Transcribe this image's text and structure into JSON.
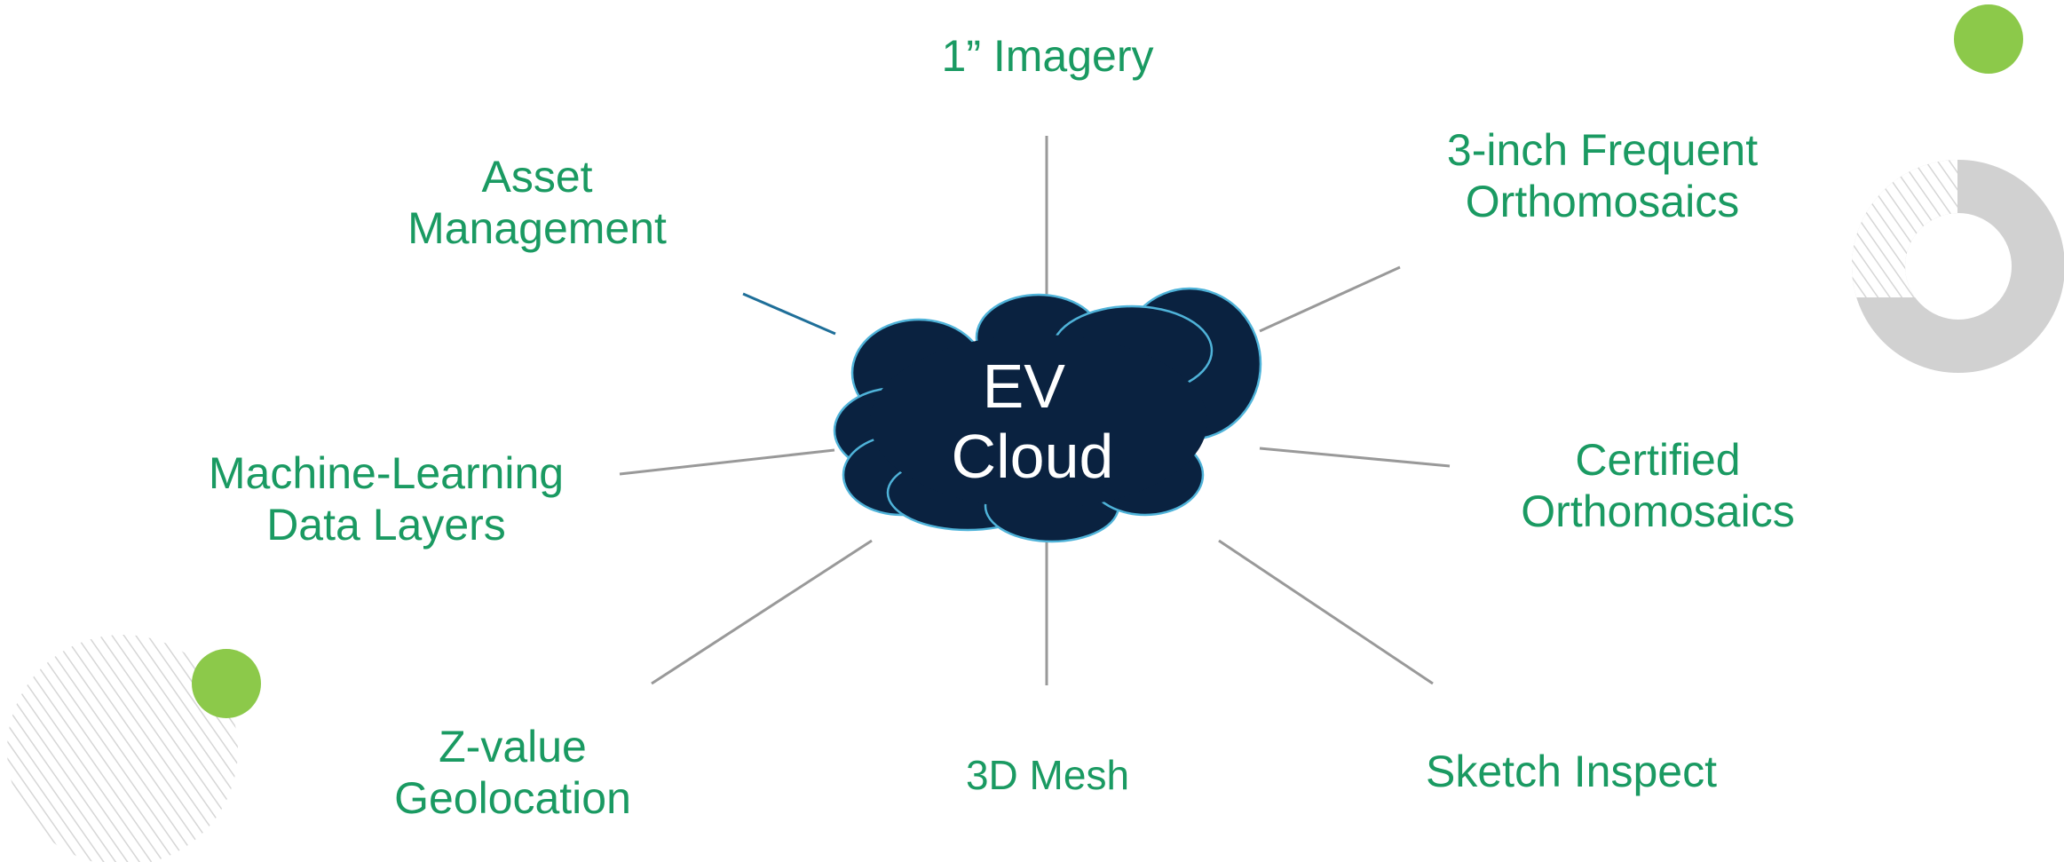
{
  "center": {
    "lines": [
      "EV",
      "Cloud"
    ],
    "fill": "#0a2240",
    "stroke": "#4fb3d9",
    "text_color": "#ffffff"
  },
  "colors": {
    "label": "#1a9a62",
    "connector": "#999999",
    "connector_accent": "#1f6f99",
    "accent_green": "#8cc94a",
    "ring_gray": "#d1d1d1",
    "stripe_gray": "#d6d6d6"
  },
  "nodes": [
    {
      "id": "imagery",
      "lines": [
        "1” Imagery"
      ]
    },
    {
      "id": "frequent-orthomosaics",
      "lines": [
        "3-inch Frequent",
        "Orthomosaics"
      ]
    },
    {
      "id": "certified-orthomosaics",
      "lines": [
        "Certified",
        "Orthomosaics"
      ]
    },
    {
      "id": "sketch-inspect",
      "lines": [
        "Sketch Inspect"
      ]
    },
    {
      "id": "mesh",
      "lines": [
        "3D Mesh"
      ]
    },
    {
      "id": "geolocation",
      "lines": [
        "Z-value",
        "Geolocation"
      ]
    },
    {
      "id": "ml-layers",
      "lines": [
        "Machine-Learning",
        "Data Layers"
      ]
    },
    {
      "id": "asset-management",
      "lines": [
        "Asset",
        "Management"
      ]
    }
  ],
  "decorations": [
    {
      "name": "green-dot-top-right",
      "kind": "circle"
    },
    {
      "name": "gray-ring",
      "kind": "ring"
    },
    {
      "name": "striped-circle-bottom-left",
      "kind": "striped-circle"
    },
    {
      "name": "green-dot-bottom-left",
      "kind": "circle"
    }
  ]
}
